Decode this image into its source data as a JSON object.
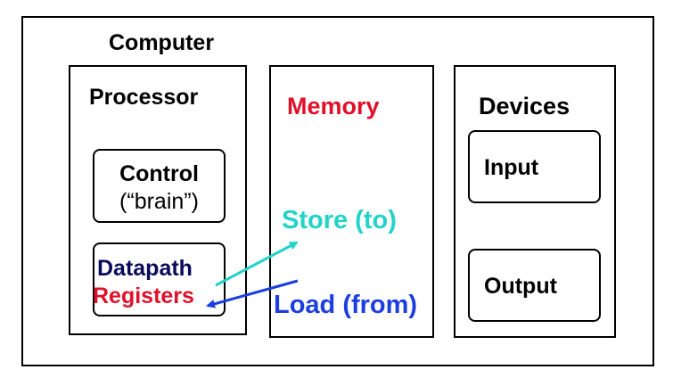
{
  "computer": {
    "title": "Computer"
  },
  "processor": {
    "title": "Processor",
    "control": {
      "title": "Control",
      "subtitle": "(“brain”)"
    },
    "datapath": {
      "title": "Datapath",
      "registers": "Registers"
    }
  },
  "memory": {
    "title": "Memory",
    "store_label": "Store (to)",
    "load_label": "Load (from)"
  },
  "devices": {
    "title": "Devices",
    "input": "Input",
    "output": "Output"
  },
  "colors": {
    "memory_title": "#e0102a",
    "registers": "#e0102a",
    "datapath": "#0a0a5a",
    "store": "#22d3c8",
    "load": "#1c3ee0",
    "border": "#000000"
  }
}
